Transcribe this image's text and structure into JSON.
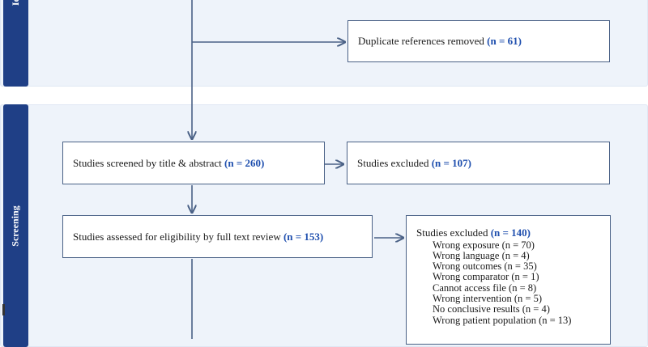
{
  "stages": [
    {
      "label": "Id"
    },
    {
      "label": "Screening"
    }
  ],
  "boxes": {
    "duplicates": {
      "text": "Duplicate references removed",
      "count": "(n = 61)"
    },
    "screened": {
      "text": "Studies screened by title & abstract",
      "count": "(n = 260)"
    },
    "excluded_screen": {
      "text": "Studies excluded",
      "count": "(n = 107)"
    },
    "assessed": {
      "text": "Studies assessed for eligibility by full text review",
      "count": "(n = 153)"
    },
    "excluded_full": {
      "text": "Studies excluded",
      "count": "(n = 140)",
      "reasons": [
        "Wrong exposure (n = 70)",
        "Wrong language (n = 4)",
        "Wrong outcomes (n = 35)",
        "Wrong comparator (n = 1)",
        "Cannot access file (n = 8)",
        "Wrong intervention (n = 5)",
        "No conclusive results (n = 4)",
        "Wrong patient population (n = 13)"
      ]
    }
  },
  "colors": {
    "stage_strip": "#1f3f86",
    "band": "#eef3fa",
    "box_border": "#4a6186",
    "count_text": "#1f4fae",
    "arrow": "#4a6186"
  }
}
